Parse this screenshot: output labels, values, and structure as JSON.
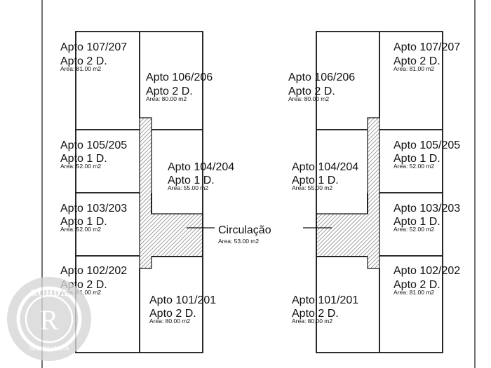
{
  "colors": {
    "line": "#111111",
    "hatch": "#777777",
    "logo": "#d6d6d6"
  },
  "circulation": {
    "label": "Circulação",
    "area": "Area: 53.00 m2"
  },
  "left_block": {
    "apts": [
      {
        "name": "Apto 107/207",
        "type": "Apto 2 D.",
        "area": "Area: 81.00 m2"
      },
      {
        "name": "Apto 106/206",
        "type": "Apto 2 D.",
        "area": "Area: 80.00 m2"
      },
      {
        "name": "Apto 105/205",
        "type": "Apto 1 D.",
        "area": "Area: 52.00 m2"
      },
      {
        "name": "Apto 104/204",
        "type": "Apto 1 D.",
        "area": "Area: 55.00 m2"
      },
      {
        "name": "Apto 103/203",
        "type": "Apto 1 D.",
        "area": "Area: 52.00 m2"
      },
      {
        "name": "Apto 102/202",
        "type": "Apto 2 D.",
        "area": "Area: 81.00 m2"
      },
      {
        "name": "Apto 101/201",
        "type": "Apto 2 D.",
        "area": "Area: 80.00 m2"
      }
    ]
  },
  "right_block": {
    "apts": [
      {
        "name": "Apto 107/207",
        "type": "Apto 2 D.",
        "area": "Area: 81.00 m2"
      },
      {
        "name": "Apto 106/206",
        "type": "Apto 2 D.",
        "area": "Area: 80.00 m2"
      },
      {
        "name": "Apto 105/205",
        "type": "Apto 1 D.",
        "area": "Area: 52.00 m2"
      },
      {
        "name": "Apto 104/204",
        "type": "Apto 1 D.",
        "area": "Area: 55.00 m2"
      },
      {
        "name": "Apto 103/203",
        "type": "Apto 1 D.",
        "area": "Area: 52.00 m2"
      },
      {
        "name": "Apto 102/202",
        "type": "Apto 2 D.",
        "area": "Area: 81.00 m2"
      },
      {
        "name": "Apto 101/201",
        "type": "Apto 2 D.",
        "area": "Area: 80.00 m2"
      }
    ]
  },
  "watermark": {
    "top_text": "ROHDE",
    "monogram": "R",
    "bottom_text": "IMOBILIARIA"
  }
}
